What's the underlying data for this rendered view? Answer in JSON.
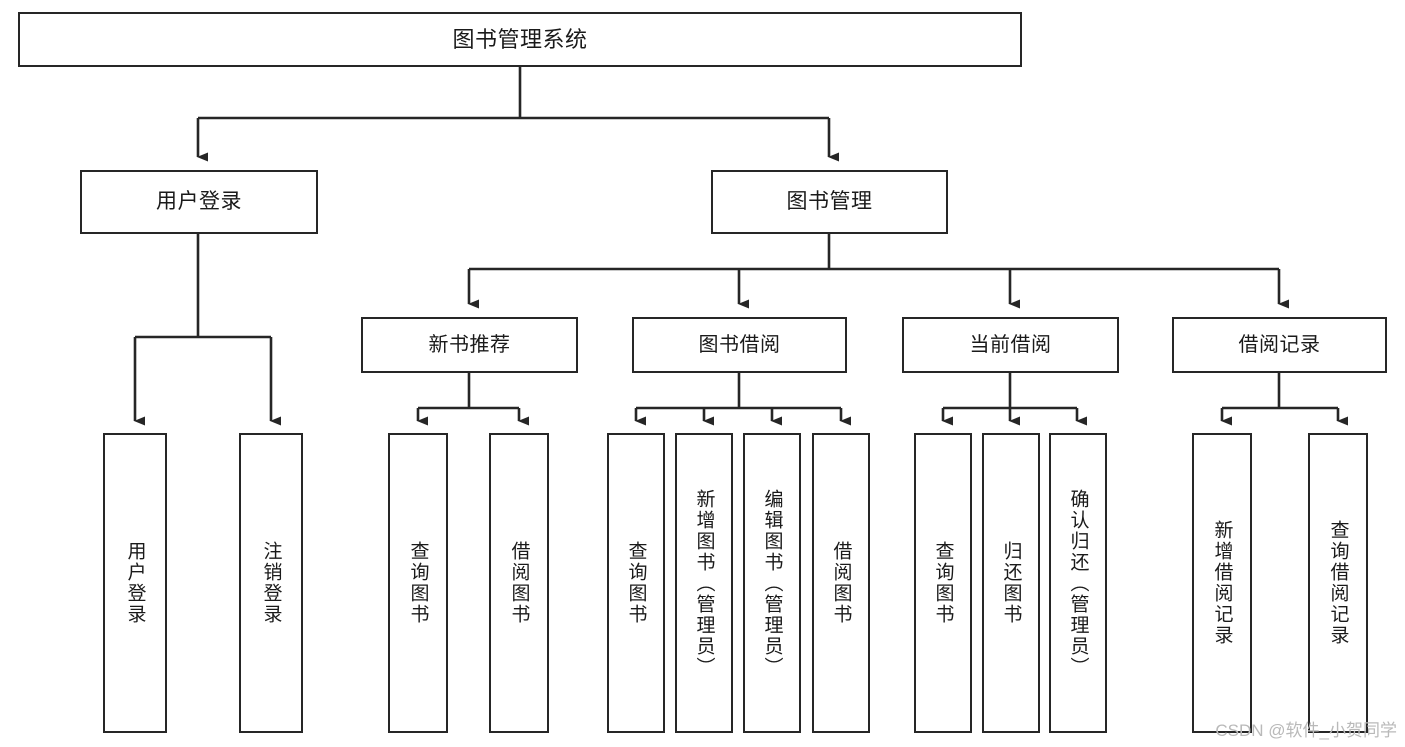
{
  "diagram": {
    "title": "图书管理系统",
    "type": "tree",
    "orientation": "top-down",
    "line_color": "#262626",
    "box_fill": "#ffffff",
    "text_color": "#1a1a1a",
    "nodes": {
      "root": {
        "label": "图书管理系统",
        "level": 0,
        "text_orientation": "horizontal"
      },
      "n_user_login": {
        "label": "用户登录",
        "level": 1,
        "text_orientation": "horizontal"
      },
      "n_book_manage": {
        "label": "图书管理",
        "level": 1,
        "text_orientation": "horizontal"
      },
      "n_new_book_rec": {
        "label": "新书推荐",
        "level": 2,
        "text_orientation": "horizontal"
      },
      "n_book_borrow": {
        "label": "图书借阅",
        "level": 2,
        "text_orientation": "horizontal"
      },
      "n_current_borrow": {
        "label": "当前借阅",
        "level": 2,
        "text_orientation": "horizontal"
      },
      "n_borrow_record": {
        "label": "借阅记录",
        "level": 2,
        "text_orientation": "horizontal"
      },
      "l_user_login": {
        "label": "用户登录",
        "level": 3,
        "text_orientation": "vertical"
      },
      "l_logout": {
        "label": "注销登录",
        "level": 3,
        "text_orientation": "vertical"
      },
      "l_query_book_a": {
        "label": "查询图书",
        "level": 3,
        "text_orientation": "vertical"
      },
      "l_borrow_book_a": {
        "label": "借阅图书",
        "level": 3,
        "text_orientation": "vertical"
      },
      "l_query_book_b": {
        "label": "查询图书",
        "level": 3,
        "text_orientation": "vertical"
      },
      "l_add_book": {
        "label": "新增图书（管理员）",
        "level": 3,
        "text_orientation": "vertical"
      },
      "l_edit_book": {
        "label": "编辑图书（管理员）",
        "level": 3,
        "text_orientation": "vertical"
      },
      "l_borrow_book_b": {
        "label": "借阅图书",
        "level": 3,
        "text_orientation": "vertical"
      },
      "l_query_book_c": {
        "label": "查询图书",
        "level": 3,
        "text_orientation": "vertical"
      },
      "l_return_book": {
        "label": "归还图书",
        "level": 3,
        "text_orientation": "vertical"
      },
      "l_confirm_return": {
        "label": "确认归还（管理员）",
        "level": 3,
        "text_orientation": "vertical"
      },
      "l_add_record": {
        "label": "新增借阅记录",
        "level": 3,
        "text_orientation": "vertical"
      },
      "l_query_record": {
        "label": "查询借阅记录",
        "level": 3,
        "text_orientation": "vertical"
      }
    },
    "edges": [
      {
        "from": "root",
        "to": "n_user_login"
      },
      {
        "from": "root",
        "to": "n_book_manage"
      },
      {
        "from": "n_user_login",
        "to": "l_user_login"
      },
      {
        "from": "n_user_login",
        "to": "l_logout"
      },
      {
        "from": "n_book_manage",
        "to": "n_new_book_rec"
      },
      {
        "from": "n_book_manage",
        "to": "n_book_borrow"
      },
      {
        "from": "n_book_manage",
        "to": "n_current_borrow"
      },
      {
        "from": "n_book_manage",
        "to": "n_borrow_record"
      },
      {
        "from": "n_new_book_rec",
        "to": "l_query_book_a"
      },
      {
        "from": "n_new_book_rec",
        "to": "l_borrow_book_a"
      },
      {
        "from": "n_book_borrow",
        "to": "l_query_book_b"
      },
      {
        "from": "n_book_borrow",
        "to": "l_add_book"
      },
      {
        "from": "n_book_borrow",
        "to": "l_edit_book"
      },
      {
        "from": "n_book_borrow",
        "to": "l_borrow_book_b"
      },
      {
        "from": "n_current_borrow",
        "to": "l_query_book_c"
      },
      {
        "from": "n_current_borrow",
        "to": "l_return_book"
      },
      {
        "from": "n_current_borrow",
        "to": "l_confirm_return"
      },
      {
        "from": "n_borrow_record",
        "to": "l_add_record"
      },
      {
        "from": "n_borrow_record",
        "to": "l_query_record"
      }
    ]
  },
  "watermark": {
    "text": "CSDN @软件_小贺同学"
  }
}
